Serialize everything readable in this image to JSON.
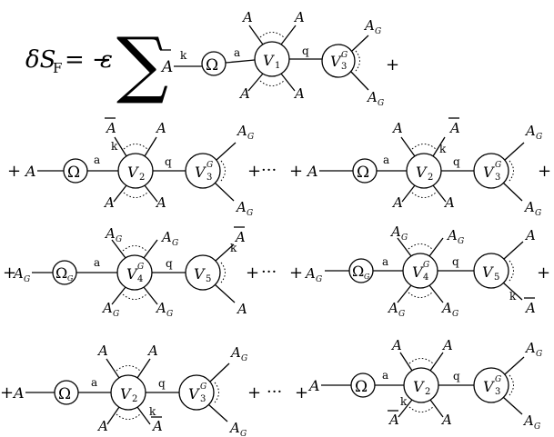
{
  "equation": {
    "lhs": "δS",
    "lhs_sub": "F",
    "eq": "= −",
    "coef": "ε",
    "sum": "∑"
  },
  "labels": {
    "plus": "+",
    "dots": "···",
    "A": "A",
    "Abar": "A",
    "AG_main": "A",
    "AG_sub": "G",
    "omega": "Ω",
    "omega_sub": "G",
    "k": "k",
    "a": "a",
    "q": "q",
    "V": "V",
    "sub1": "1",
    "sub2": "2",
    "sub3": "3",
    "sub4": "4",
    "sub5": "5",
    "sup_G": "G"
  }
}
